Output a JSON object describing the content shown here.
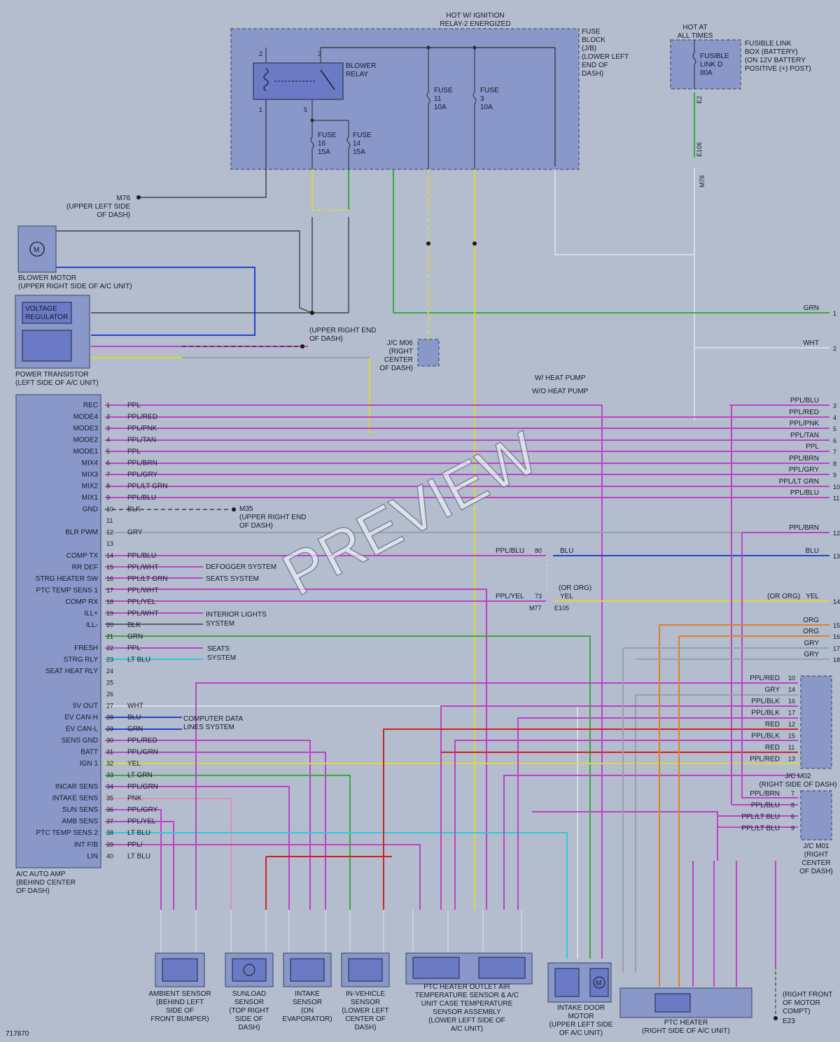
{
  "diagram_id": "717870",
  "watermark": "PREVIEW",
  "colors": {
    "background": "#b3bdcd",
    "component": "#8a97c9",
    "ppl": "#c040c8",
    "yel": "#d9d93a",
    "grn": "#3aa83a",
    "blu": "#2a3fd0",
    "red": "#d02020",
    "org": "#e08028",
    "blk": "#2a2a2a",
    "gry": "#9aa0a8",
    "ltblu": "#30c8d8",
    "pnk": "#e090b8",
    "wht": "#d8dce4"
  },
  "headers": {
    "ignition": [
      "HOT W/ IGNITION",
      "RELAY-2 ENERGIZED"
    ],
    "battery": [
      "HOT AT",
      "ALL TIMES"
    ]
  },
  "fuse_block": {
    "label": [
      "FUSE",
      "BLOCK",
      "(J/B)",
      "(LOWER LEFT",
      "END OF",
      "DASH)"
    ],
    "relay": [
      "BLOWER",
      "RELAY"
    ],
    "fuses": [
      {
        "name": [
          "FUSE",
          "11",
          "10A"
        ]
      },
      {
        "name": [
          "FUSE",
          "3",
          "10A"
        ]
      },
      {
        "name": [
          "FUSE",
          "16",
          "15A"
        ]
      },
      {
        "name": [
          "FUSE",
          "14",
          "15A"
        ]
      }
    ]
  },
  "fusible_link": {
    "label": [
      "FUSIBLE LINK",
      "BOX (BATTERY)",
      "(ON 12V BATTERY",
      "POSITIVE (+) POST)"
    ],
    "link": [
      "FUSIBLE",
      "LINK D",
      "80A"
    ],
    "connectors": [
      "E2",
      "E106",
      "M78"
    ]
  },
  "grounds": {
    "m76": [
      "M76",
      "(UPPER LEFT SIDE",
      "OF DASH)"
    ],
    "m35_top": [
      "(UPPER RIGHT END",
      "OF DASH)"
    ],
    "m35_mid": [
      "M35",
      "(UPPER RIGHT END",
      "OF DASH)"
    ],
    "e23": [
      "(RIGHT FRONT",
      "OF MOTOR",
      "COMPT)",
      "E23"
    ]
  },
  "components": {
    "blower_motor": [
      "BLOWER MOTOR",
      "(UPPER RIGHT SIDE OF A/C UNIT)"
    ],
    "voltage_regulator": [
      "VOLTAGE",
      "REGULATOR"
    ],
    "power_transistor": [
      "POWER TRANSISTOR",
      "(LEFT SIDE OF A/C UNIT)"
    ],
    "jc_m06": [
      "J/C M06",
      "(RIGHT",
      "CENTER",
      "OF DASH)"
    ],
    "auto_amp": [
      "A/C AUTO AMP",
      "(BEHIND CENTER",
      "OF DASH)"
    ],
    "jc_m02": [
      "J/C M02",
      "(RIGHT SIDE OF DASH)"
    ],
    "jc_m01": [
      "J/C M01",
      "(RIGHT",
      "CENTER",
      "OF DASH)"
    ],
    "ambient": [
      "AMBIENT SENSOR",
      "(BEHIND LEFT",
      "SIDE OF",
      "FRONT BUMPER)"
    ],
    "sunload": [
      "SUNLOAD",
      "SENSOR",
      "(TOP RIGHT",
      "SIDE OF",
      "DASH)"
    ],
    "intake": [
      "INTAKE",
      "SENSOR",
      "(ON",
      "EVAPORATOR)"
    ],
    "invehicle": [
      "IN-VEHICLE",
      "SENSOR",
      "(LOWER LEFT",
      "CENTER OF",
      "DASH)"
    ],
    "ptc_sensor": [
      "PTC HEATER OUTLET AIR",
      "TEMPERATURE SENSOR & A/C",
      "UNIT CASE TEMPERATURE",
      "SENSOR ASSEMBLY",
      "(LOWER LEFT SIDE OF",
      "A/C UNIT)"
    ],
    "intake_door": [
      "INTAKE DOOR",
      "MOTOR",
      "(UPPER LEFT SIDE",
      "OF A/C UNIT)"
    ],
    "ptc_heater": [
      "PTC HEATER",
      "(RIGHT SIDE OF A/C UNIT)"
    ]
  },
  "notes": {
    "heat_pump": [
      "W/ HEAT PUMP",
      "W/O HEAT PUMP"
    ],
    "or_org": "(OR ORG)",
    "destinations": {
      "defogger": "DEFOGGER SYSTEM",
      "seats": "SEATS SYSTEM",
      "interior": [
        "INTERIOR LIGHTS",
        "SYSTEM"
      ],
      "seats2": [
        "SEATS",
        "SYSTEM"
      ],
      "computer": [
        "COMPUTER DATA",
        "LINES SYSTEM"
      ]
    }
  },
  "amp_pins": [
    {
      "pin": "1",
      "name": "REC",
      "wire": "PPL"
    },
    {
      "pin": "2",
      "name": "MODE4",
      "wire": "PPL/RED"
    },
    {
      "pin": "3",
      "name": "MODE3",
      "wire": "PPL/PNK"
    },
    {
      "pin": "4",
      "name": "MODE2",
      "wire": "PPL/TAN"
    },
    {
      "pin": "5",
      "name": "MODE1",
      "wire": "PPL"
    },
    {
      "pin": "6",
      "name": "MIX4",
      "wire": "PPL/BRN"
    },
    {
      "pin": "7",
      "name": "MIX3",
      "wire": "PPL/GRY"
    },
    {
      "pin": "8",
      "name": "MIX2",
      "wire": "PPL/LT GRN"
    },
    {
      "pin": "9",
      "name": "MIX1",
      "wire": "PPL/BLU"
    },
    {
      "pin": "10",
      "name": "GND",
      "wire": "BLK"
    },
    {
      "pin": "11",
      "name": "",
      "wire": ""
    },
    {
      "pin": "12",
      "name": "BLR PWM",
      "wire": "GRY"
    },
    {
      "pin": "13",
      "name": "",
      "wire": ""
    },
    {
      "pin": "14",
      "name": "COMP TX",
      "wire": "PPL/BLU"
    },
    {
      "pin": "15",
      "name": "RR DEF",
      "wire": "PPL/WHT"
    },
    {
      "pin": "16",
      "name": "STRG HEATER SW",
      "wire": "PPL/LT GRN"
    },
    {
      "pin": "17",
      "name": "PTC TEMP SENS 1",
      "wire": "PPL/WHT"
    },
    {
      "pin": "18",
      "name": "COMP RX",
      "wire": "PPL/YEL"
    },
    {
      "pin": "19",
      "name": "ILL+",
      "wire": "PPL/WHT"
    },
    {
      "pin": "20",
      "name": "ILL-",
      "wire": "BLK"
    },
    {
      "pin": "21",
      "name": "",
      "wire": "GRN"
    },
    {
      "pin": "22",
      "name": "FRESH",
      "wire": "PPL"
    },
    {
      "pin": "23",
      "name": "STRG RLY",
      "wire": "LT BLU"
    },
    {
      "pin": "24",
      "name": "SEAT HEAT RLY",
      "wire": ""
    },
    {
      "pin": "25",
      "name": "",
      "wire": ""
    },
    {
      "pin": "26",
      "name": "",
      "wire": ""
    },
    {
      "pin": "27",
      "name": "5V OUT",
      "wire": "WHT"
    },
    {
      "pin": "28",
      "name": "EV CAN-H",
      "wire": "BLU"
    },
    {
      "pin": "29",
      "name": "EV CAN-L",
      "wire": "GRN"
    },
    {
      "pin": "30",
      "name": "SENS GND",
      "wire": "PPL/RED"
    },
    {
      "pin": "31",
      "name": "BATT",
      "wire": "PPL/GRN"
    },
    {
      "pin": "32",
      "name": "IGN 1",
      "wire": "YEL"
    },
    {
      "pin": "33",
      "name": "",
      "wire": "LT GRN"
    },
    {
      "pin": "34",
      "name": "INCAR SENS",
      "wire": "PPL/GRN"
    },
    {
      "pin": "35",
      "name": "INTAKE SENS",
      "wire": "PNK"
    },
    {
      "pin": "36",
      "name": "SUN SENS",
      "wire": "PPL/GRY"
    },
    {
      "pin": "37",
      "name": "AMB SENS",
      "wire": "PPL/YEL"
    },
    {
      "pin": "38",
      "name": "PTC TEMP SENS 2",
      "wire": "LT BLU"
    },
    {
      "pin": "39",
      "name": "INT F/B",
      "wire": "PPL/"
    },
    {
      "pin": "40",
      "name": "LIN",
      "wire": "LT BLU"
    }
  ],
  "right_rail": [
    {
      "num": "1",
      "wire": "GRN"
    },
    {
      "num": "2",
      "wire": "WHT"
    },
    {
      "num": "3",
      "wire": "PPL/BLU"
    },
    {
      "num": "4",
      "wire": "PPL/RED"
    },
    {
      "num": "5",
      "wire": "PPL/PNK"
    },
    {
      "num": "6",
      "wire": "PPL/TAN"
    },
    {
      "num": "7",
      "wire": "PPL"
    },
    {
      "num": "8",
      "wire": "PPL/BRN"
    },
    {
      "num": "9",
      "wire": "PPL/GRY"
    },
    {
      "num": "10",
      "wire": "PPL/LT GRN"
    },
    {
      "num": "11",
      "wire": "PPL/BLU"
    },
    {
      "num": "12",
      "wire": "PPL/BRN"
    },
    {
      "num": "13",
      "wire": "BLU"
    },
    {
      "num": "14",
      "wire": "YEL"
    },
    {
      "num": "15",
      "wire": "ORG"
    },
    {
      "num": "16",
      "wire": "ORG"
    },
    {
      "num": "17",
      "wire": "GRY"
    },
    {
      "num": "18",
      "wire": "GRY"
    }
  ],
  "jc_m02_pins": [
    {
      "wire": "PPL/RED",
      "pin": "10"
    },
    {
      "wire": "GRY",
      "pin": "14"
    },
    {
      "wire": "PPL/BLK",
      "pin": "16"
    },
    {
      "wire": "PPL/BLK",
      "pin": "17"
    },
    {
      "wire": "RED",
      "pin": "12"
    },
    {
      "wire": "PPL/BLK",
      "pin": "15"
    },
    {
      "wire": "RED",
      "pin": "11"
    },
    {
      "wire": "PPL/RED",
      "pin": "13"
    }
  ],
  "jc_m01_pins": [
    {
      "wire": "PPL/BRN",
      "pin": "7"
    },
    {
      "wire": "PPL/BLU",
      "pin": "8"
    },
    {
      "wire": "PPL/LT BLU",
      "pin": "6"
    },
    {
      "wire": "PPL/LT BLU",
      "pin": "9"
    }
  ],
  "m77_labels": {
    "c80": "80",
    "c73": "73",
    "ppl_blu": "PPL/BLU",
    "blu": "BLU",
    "ppl_yel": "PPL/YEL",
    "yel": "YEL",
    "m77": "M77",
    "e105": "E105"
  }
}
